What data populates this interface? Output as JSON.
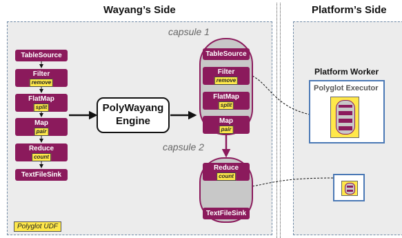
{
  "headers": {
    "left": "Wayang’s Side",
    "right": "Platform’s Side"
  },
  "capsules": [
    {
      "label": "capsule 1"
    },
    {
      "label": "capsule 2"
    }
  ],
  "pipeline": [
    {
      "name": "TableSource",
      "udf": ""
    },
    {
      "name": "Filter",
      "udf": "remove"
    },
    {
      "name": "FlatMap",
      "udf": "split"
    },
    {
      "name": "Map",
      "udf": "pair"
    },
    {
      "name": "Reduce",
      "udf": "count"
    },
    {
      "name": "TextFileSink",
      "udf": ""
    }
  ],
  "engine": {
    "line1": "PolyWayang",
    "line2": "Engine"
  },
  "platform": {
    "worker_label": "Platform Worker",
    "executor_label": "Polyglot Executor"
  },
  "legend": {
    "label": "Polyglot UDF"
  },
  "colors": {
    "operator": "#8b1a5c",
    "udf": "#ffe84a",
    "panel": "#ececec",
    "executor_border": "#4a78b5"
  }
}
